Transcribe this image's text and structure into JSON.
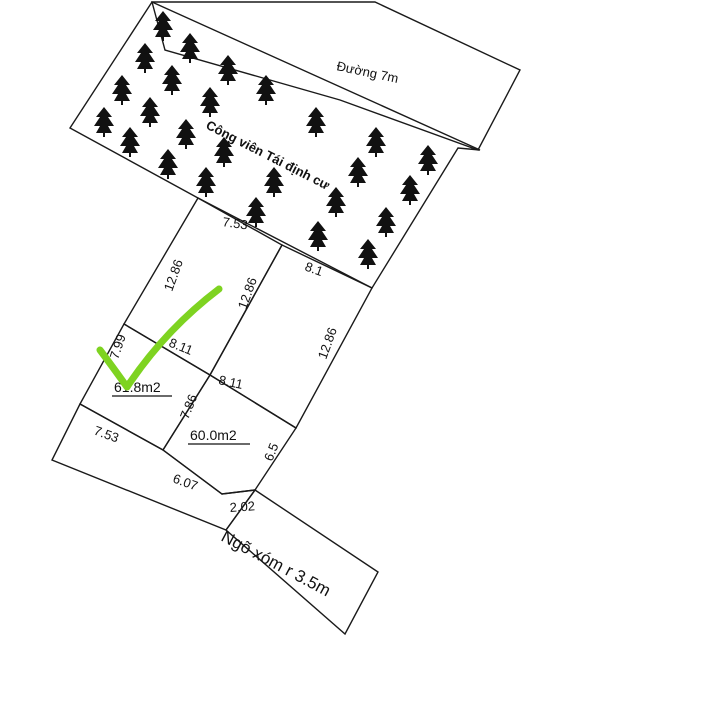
{
  "labels": {
    "road_top": "Đường 7m",
    "park": "Công viên Tái định cư",
    "lane": "Ngõ xóm r 3.5m",
    "area_left": "61.8m2",
    "area_right": "60.0m2"
  },
  "dimensions": {
    "d_753_top": "7.53",
    "d_1286_a": "12.86",
    "d_1286_b": "12.86",
    "d_81": "8.1",
    "d_1286_c": "12.86",
    "d_799": "7.99",
    "d_811_a": "8.11",
    "d_811_b": "8.11",
    "d_786": "7.86",
    "d_753_bottom": "7.53",
    "d_65": "6.5",
    "d_607": "6.07",
    "d_202": "2.02"
  },
  "colors": {
    "line": "#1a1a1a",
    "checkmark": "#7ed321"
  }
}
